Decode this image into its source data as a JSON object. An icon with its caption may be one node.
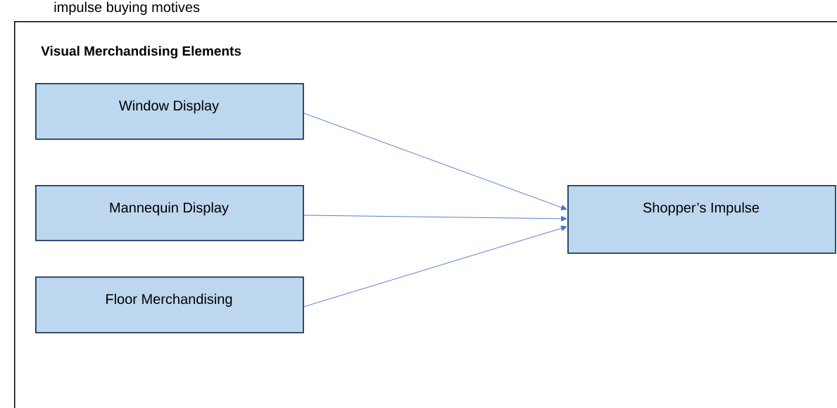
{
  "diagram": {
    "nodes": [
      {
        "text": [
          "Visual Merchandising Elements"
        ]
      },
      {
        "text": [
          "Window Display"
        ],
        "in": 0
      },
      {
        "text": [
          "Mannequin Display"
        ],
        "in": 0
      },
      {
        "text": [
          "Floor Merchandising"
        ],
        "in": 0
      },
      {
        "text": [
          "Shopper’s Impulse"
        ],
        "in": 0
      }
    ],
    "edges": [
      {
        "from": 1,
        "to": 4,
        "arrow": "to"
      },
      {
        "from": 2,
        "to": 4,
        "arrow": "to"
      },
      {
        "from": 3,
        "to": 4,
        "arrow": "to"
      }
    ],
    "labels": [
      "impulse buying motives"
    ]
  }
}
